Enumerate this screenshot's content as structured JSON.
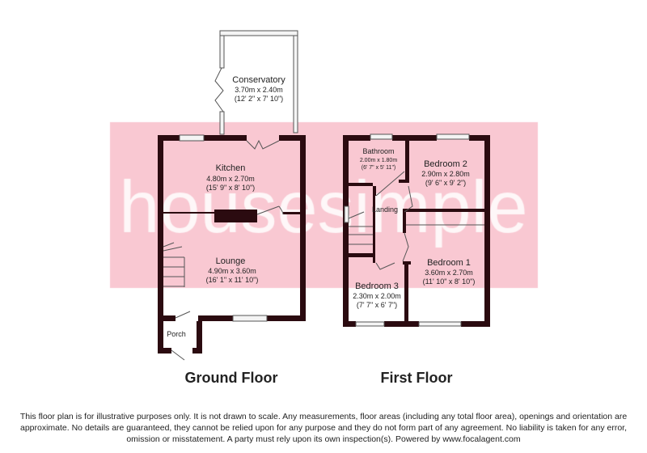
{
  "watermark": "housesimple",
  "colors": {
    "wall": "#2b0b10",
    "band": "#f9c8d2",
    "window": "#f4f4f4"
  },
  "ground_floor": {
    "label": "Ground Floor",
    "rooms": [
      {
        "name": "Conservatory",
        "metric": "3.70m x 2.40m",
        "imperial": "(12' 2\" x 7' 10\")"
      },
      {
        "name": "Kitchen",
        "metric": "4.80m x 2.70m",
        "imperial": "(15' 9\" x 8' 10\")"
      },
      {
        "name": "Lounge",
        "metric": "4.90m x 3.60m",
        "imperial": "(16' 1\" x 11' 10\")"
      },
      {
        "name": "Porch"
      }
    ]
  },
  "first_floor": {
    "label": "First Floor",
    "rooms": [
      {
        "name": "Bathroom",
        "metric": "2.00m x 1.80m",
        "imperial": "(6' 7\" x 5' 11\")"
      },
      {
        "name": "Bedroom 2",
        "metric": "2.90m x 2.80m",
        "imperial": "(9' 6\" x 9' 2\")"
      },
      {
        "name": "Landing"
      },
      {
        "name": "Bedroom 1",
        "metric": "3.60m x 2.70m",
        "imperial": "(11' 10\" x 8' 10\")"
      },
      {
        "name": "Bedroom 3",
        "metric": "2.30m x 2.00m",
        "imperial": "(7' 7\" x 6' 7\")"
      }
    ]
  },
  "disclaimer": "This floor plan is for illustrative purposes only. It is not drawn to scale. Any measurements, floor areas (including any total floor area), openings and orientation are approximate. No details are guaranteed, they cannot be relied upon for any purpose and they do not form part of any agreement. No liability is taken for any error, omission or misstatement. A party must rely upon its own inspection(s). Powered by www.focalagent.com"
}
